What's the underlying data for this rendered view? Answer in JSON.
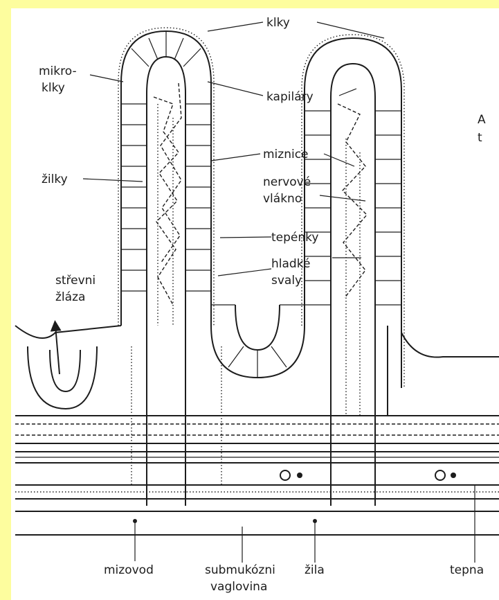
{
  "colors": {
    "frame": "#fdfd9e",
    "paper": "#ffffff",
    "ink": "#1c1c1c"
  },
  "labels": {
    "klky": "klky",
    "mikroklky_1": "mikro-",
    "mikroklky_2": "klky",
    "kapilary": "kapiláry",
    "miznice": "miznice",
    "zilky": "žilky",
    "nervove_1": "nervové",
    "nervove_2": "vlákno",
    "tepenky": "tepénky",
    "hladke_1": "hladké",
    "hladke_2": "svaly",
    "strevni_1": "střevni",
    "strevni_2": "žláza",
    "mizovod": "mizovod",
    "submukozni_1": "submukózni",
    "submukozni_2": "vaglovina",
    "zila": "žila",
    "tepna": "tepna",
    "cutoff_1": "A",
    "cutoff_2": "t"
  }
}
